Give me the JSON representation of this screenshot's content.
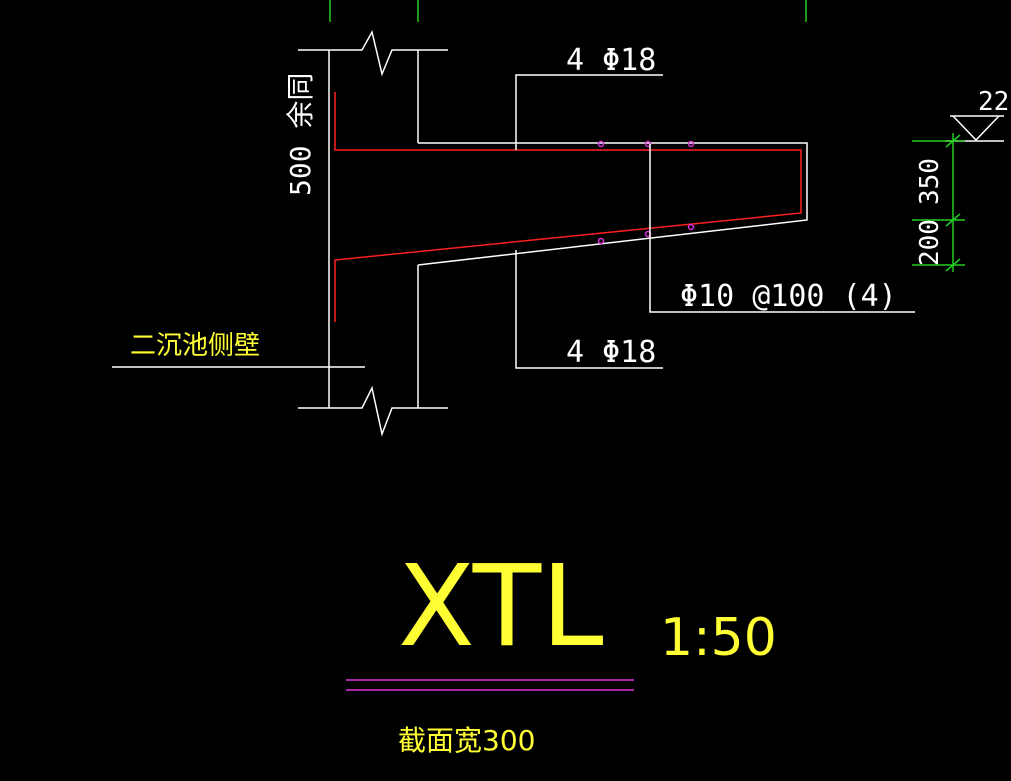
{
  "labels": {
    "top_rebar": "4 Φ18",
    "bottom_rebar": "4 Φ18",
    "stirrup": "Φ10 @100 (4)",
    "wall_height": "500 余同",
    "wall_name": "二沉池侧壁",
    "elev_mark": "22",
    "dim_upper": "350",
    "dim_lower": "200",
    "title": "XTL",
    "scale": "1:50",
    "section_width": "截面宽300"
  },
  "colors": {
    "background": "#000000",
    "outline": "#ffffff",
    "rebar": "#ff2020",
    "text_annotation": "#ffff33",
    "dimension": "#22cc22",
    "underline": "#dd33dd"
  }
}
